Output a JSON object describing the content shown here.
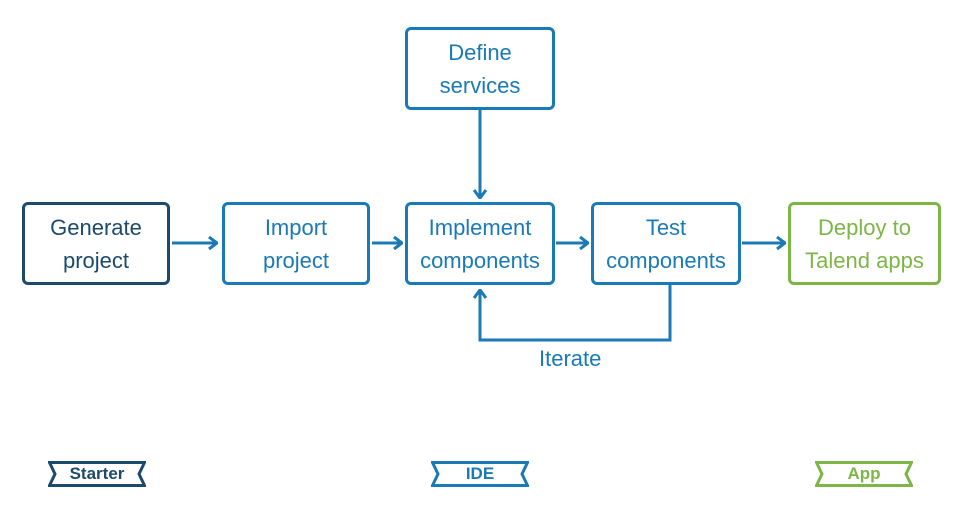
{
  "nodes": {
    "generate": {
      "line1": "Generate",
      "line2": "project"
    },
    "import": {
      "line1": "Import",
      "line2": "project"
    },
    "define": {
      "line1": "Define",
      "line2": "services"
    },
    "implement": {
      "line1": "Implement",
      "line2": "components"
    },
    "test": {
      "line1": "Test",
      "line2": "components"
    },
    "deploy": {
      "line1": "Deploy to",
      "line2": "Talend apps"
    }
  },
  "loop_label": "Iterate",
  "tags": {
    "starter": "Starter",
    "ide": "IDE",
    "app": "App"
  },
  "colors": {
    "dark_blue": "#1c4a6c",
    "blue": "#1a7ab5",
    "green": "#7db547"
  }
}
